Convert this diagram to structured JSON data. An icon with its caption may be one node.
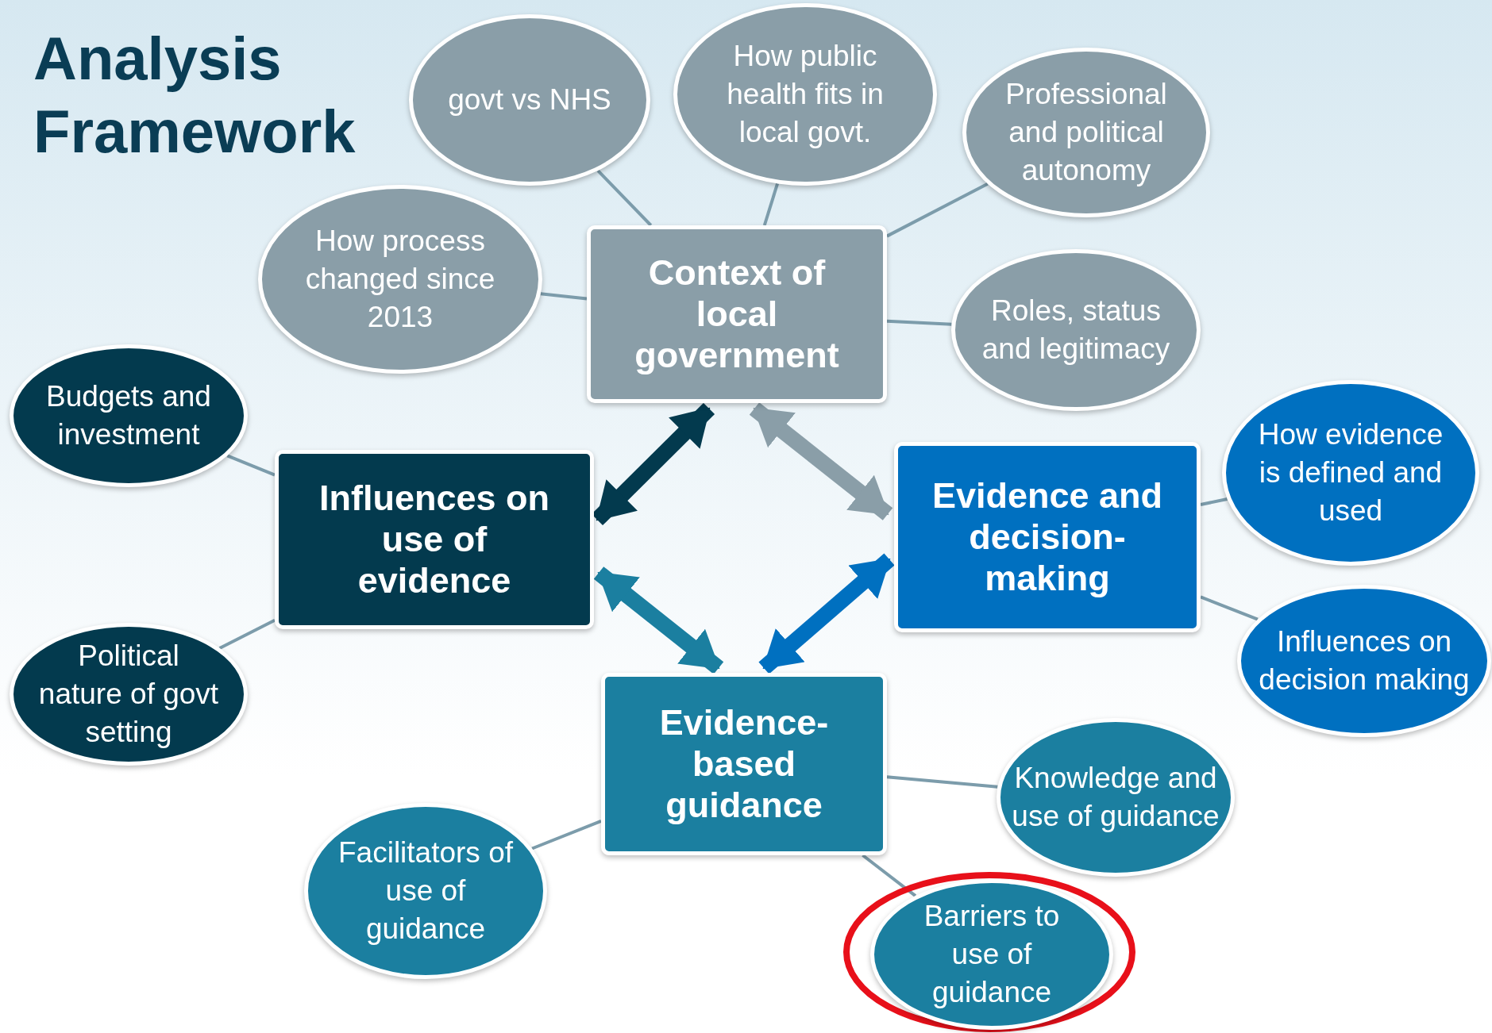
{
  "diagram": {
    "title": "Analysis Framework",
    "nodes": [
      {
        "text": [
          "govt vs NHS"
        ]
      },
      {
        "text": [
          "How public health fits in local govt."
        ]
      },
      {
        "text": [
          "Professional and political autonomy"
        ]
      },
      {
        "text": [
          "How process changed since 2013"
        ]
      },
      {
        "text": [
          "Context of local government"
        ]
      },
      {
        "text": [
          "Roles, status and legitimacy"
        ]
      },
      {
        "text": [
          "Budgets and investment"
        ]
      },
      {
        "text": [
          "Influences on use of evidence"
        ]
      },
      {
        "text": [
          "How evidence is defined and used"
        ]
      },
      {
        "text": [
          "Evidence and decision-making"
        ]
      },
      {
        "text": [
          "Influences on decision making"
        ]
      },
      {
        "text": [
          "Political nature of govt setting"
        ]
      },
      {
        "text": [
          "Evidence-based guidance"
        ]
      },
      {
        "text": [
          "Knowledge and use of guidance"
        ]
      },
      {
        "text": [
          "Facilitators of use of guidance"
        ]
      },
      {
        "text": [
          "Barriers to use of guidance"
        ]
      }
    ],
    "edges": [
      {
        "from": 0,
        "to": 4,
        "arrow": "none"
      },
      {
        "from": 1,
        "to": 4,
        "arrow": "none"
      },
      {
        "from": 2,
        "to": 4,
        "arrow": "none"
      },
      {
        "from": 3,
        "to": 4,
        "arrow": "none"
      },
      {
        "from": 5,
        "to": 4,
        "arrow": "none"
      },
      {
        "from": 6,
        "to": 7,
        "arrow": "none"
      },
      {
        "from": 11,
        "to": 7,
        "arrow": "none"
      },
      {
        "from": 8,
        "to": 9,
        "arrow": "none"
      },
      {
        "from": 10,
        "to": 9,
        "arrow": "none"
      },
      {
        "from": 13,
        "to": 12,
        "arrow": "none"
      },
      {
        "from": 14,
        "to": 12,
        "arrow": "none"
      },
      {
        "from": 15,
        "to": 12,
        "arrow": "none"
      },
      {
        "from": 7,
        "to": 4,
        "arrow": "both",
        "style": "thick",
        "color": "#033a4e"
      },
      {
        "from": 4,
        "to": 9,
        "arrow": "both",
        "style": "thick",
        "color": "#8a9ea8"
      },
      {
        "from": 7,
        "to": 12,
        "arrow": "both",
        "style": "thick",
        "color": "#1b7fa0"
      },
      {
        "from": 9,
        "to": 12,
        "arrow": "both",
        "style": "thick",
        "color": "#0070c0"
      }
    ]
  }
}
